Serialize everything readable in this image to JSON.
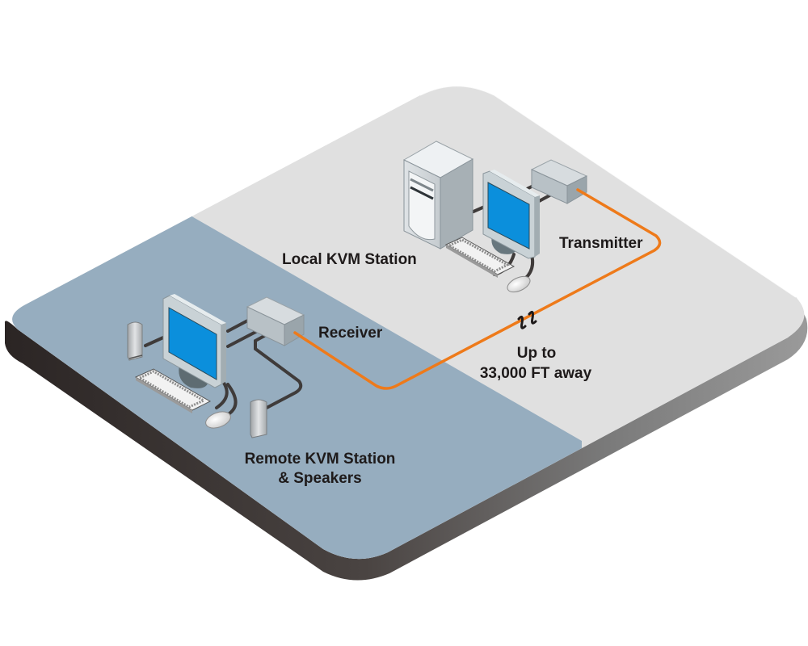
{
  "diagram": {
    "title": "KVM Extender Connection Diagram",
    "labels": {
      "local_station": "Local KVM Station",
      "transmitter": "Transmitter",
      "receiver": "Receiver",
      "distance_line1": "Up to",
      "distance_line2": "33,000 FT away",
      "remote_line1": "Remote KVM Station",
      "remote_line2": "& Speakers"
    },
    "zones": [
      {
        "name": "local",
        "color": "#e0e0e0"
      },
      {
        "name": "remote",
        "color": "#96adbf"
      }
    ],
    "colors": {
      "fiber_cable": "#ee7a1a",
      "copper_cable": "#3f3b3a",
      "screen": "#0b8fdc",
      "edge_dark": "#3a3433",
      "edge_light": "#8a8a8a"
    },
    "devices": [
      {
        "id": "local-pc",
        "icon": "tower-pc-icon"
      },
      {
        "id": "local-monitor",
        "icon": "monitor-icon"
      },
      {
        "id": "local-keyboard",
        "icon": "keyboard-icon"
      },
      {
        "id": "local-mouse",
        "icon": "mouse-icon"
      },
      {
        "id": "transmitter",
        "icon": "extender-box-icon"
      },
      {
        "id": "receiver",
        "icon": "extender-box-icon"
      },
      {
        "id": "remote-monitor",
        "icon": "monitor-icon"
      },
      {
        "id": "remote-keyboard",
        "icon": "keyboard-icon"
      },
      {
        "id": "remote-mouse",
        "icon": "mouse-icon"
      },
      {
        "id": "speaker-left",
        "icon": "speaker-icon"
      },
      {
        "id": "speaker-right",
        "icon": "speaker-icon"
      }
    ],
    "connections": [
      {
        "from": "transmitter",
        "to": "receiver",
        "type": "fiber",
        "break_symbol": "line-break-icon"
      }
    ]
  }
}
